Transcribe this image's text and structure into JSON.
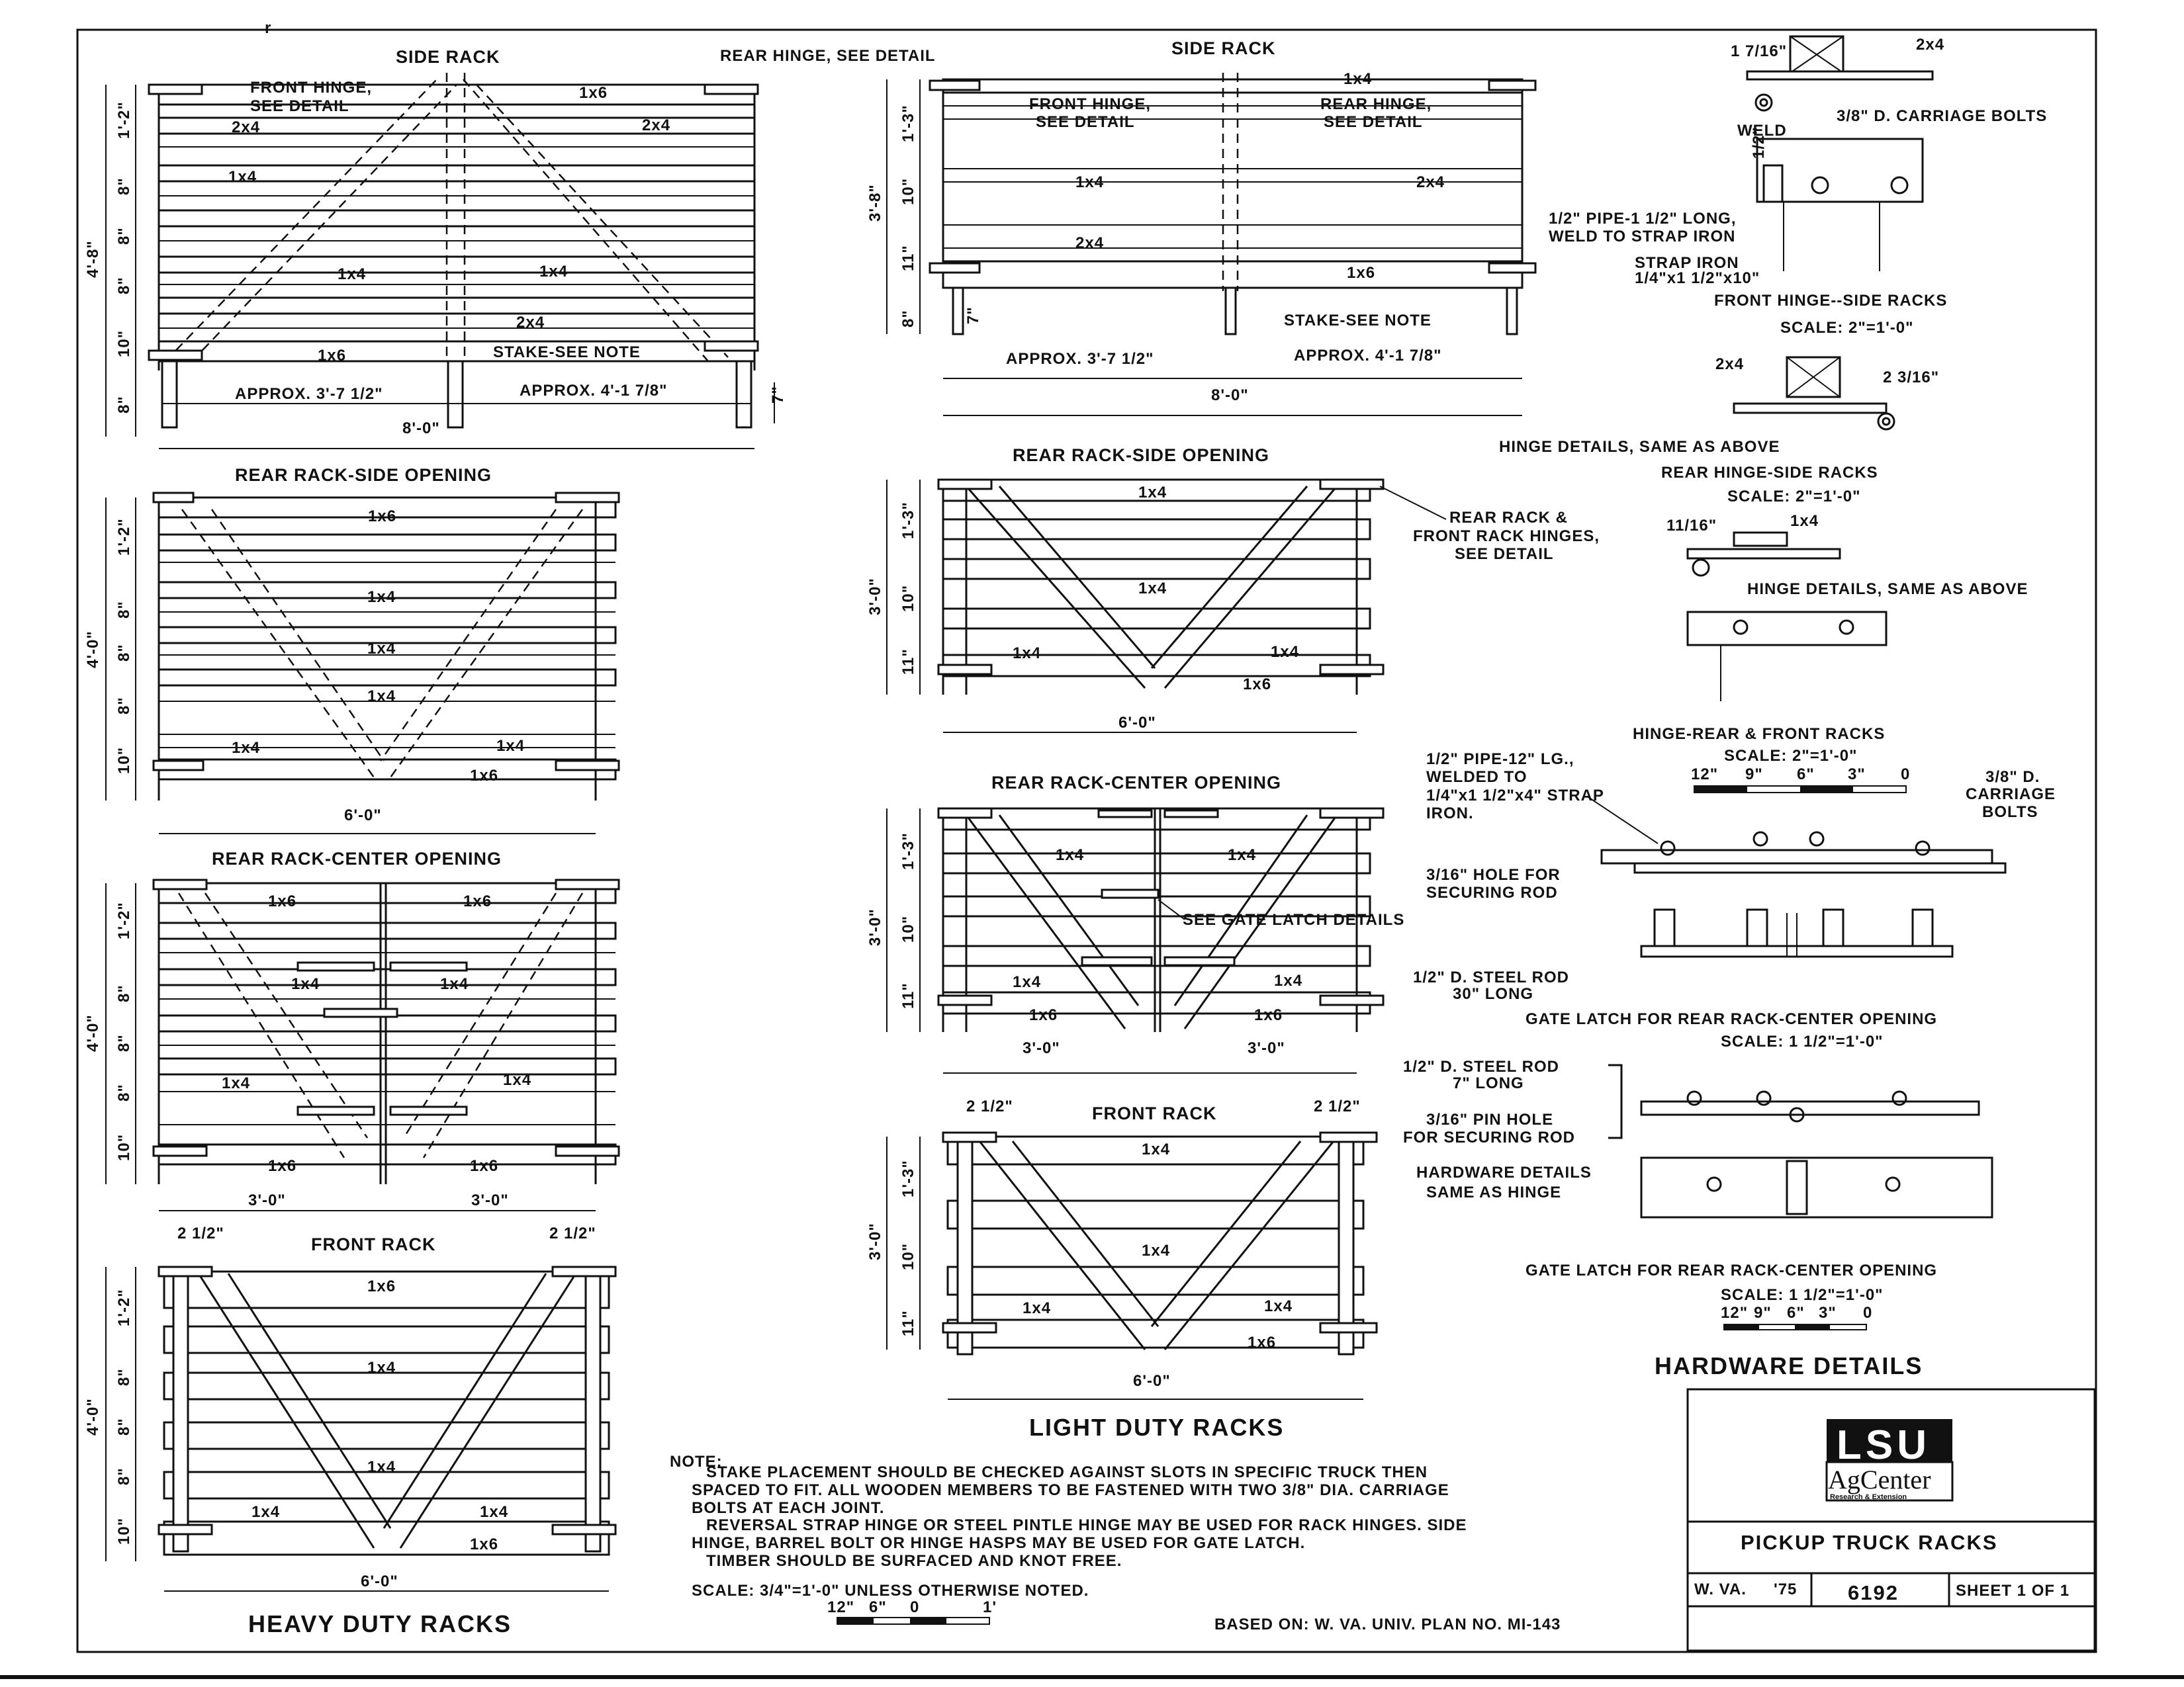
{
  "sections": {
    "heavy_duty": "HEAVY DUTY RACKS",
    "light_duty": "LIGHT DUTY RACKS",
    "hardware": "HARDWARE DETAILS"
  },
  "heavy": {
    "side_rack": {
      "title": "SIDE RACK",
      "front_hinge": "FRONT HINGE,",
      "see_detail": "SEE DETAIL",
      "rear_hinge": "REAR HINGE, SEE DETAIL",
      "stake_note": "STAKE-SEE NOTE",
      "approx_left": "APPROX. 3'-7 1/2\"",
      "approx_right": "APPROX. 4'-1 7/8\"",
      "overall": "8'-0\"",
      "height": "4'-8\"",
      "seven": "7\"",
      "dims": [
        "1'-2\"",
        "8\"",
        "8\"",
        "8\"",
        "10\"",
        "8\""
      ],
      "labels": {
        "b1x6": "1x6",
        "b2x4": "2x4",
        "b1x4": "1x4"
      }
    },
    "rear_side": {
      "title": "REAR RACK-SIDE OPENING",
      "height": "4'-0\"",
      "width": "6'-0\"",
      "dims": [
        "1'-2\"",
        "8\"",
        "8\"",
        "8\"",
        "10\""
      ]
    },
    "rear_center": {
      "title": "REAR RACK-CENTER OPENING",
      "height": "4'-0\"",
      "half": "3'-0\"",
      "dims": [
        "1'-2\"",
        "8\"",
        "8\"",
        "8\"",
        "10\""
      ]
    },
    "front": {
      "title": "FRONT RACK",
      "inset": "2 1/2\"",
      "height": "4'-0\"",
      "width": "6'-0\"",
      "dims": [
        "1'-2\"",
        "8\"",
        "8\"",
        "8\"",
        "10\""
      ]
    }
  },
  "light": {
    "side_rack": {
      "title": "SIDE RACK",
      "front_hinge": "FRONT HINGE,",
      "rear_hinge": "REAR HINGE,",
      "see_detail": "SEE DETAIL",
      "stake_note": "STAKE-SEE NOTE",
      "approx_left": "APPROX. 3'-7 1/2\"",
      "approx_right": "APPROX. 4'-1 7/8\"",
      "overall": "8'-0\"",
      "height": "3'-8\"",
      "seven": "7\"",
      "dims": [
        "1'-3\"",
        "10\"",
        "11\"",
        "8\""
      ]
    },
    "rear_side": {
      "title": "REAR RACK-SIDE OPENING",
      "hinge_note_1": "REAR RACK &",
      "hinge_note_2": "FRONT RACK HINGES,",
      "hinge_note_3": "SEE DETAIL",
      "height": "3'-0\"",
      "width": "6'-0\"",
      "dims": [
        "1'-3\"",
        "10\"",
        "11\""
      ]
    },
    "rear_center": {
      "title": "REAR RACK-CENTER OPENING",
      "latch_note": "SEE GATE LATCH DETAILS",
      "height": "3'-0\"",
      "half": "3'-0\"",
      "dims": [
        "1'-3\"",
        "10\"",
        "11\""
      ]
    },
    "front": {
      "title": "FRONT RACK",
      "inset": "2 1/2\"",
      "height": "3'-0\"",
      "width": "6'-0\"",
      "dims": [
        "1'-3\"",
        "10\"",
        "11\""
      ]
    }
  },
  "hardware": {
    "front_hinge": {
      "t1": "1 7/16\"",
      "b2x4": "2x4",
      "weld": "WELD",
      "carriage": "3/8\" D. CARRIAGE BOLTS",
      "half": "1/2\"",
      "pipe1": "1/2\" PIPE-1 1/2\" LONG,",
      "pipe2": "WELD TO STRAP IRON",
      "strap1": "STRAP IRON",
      "strap2": "1/4\"x1 1/2\"x10\"",
      "title": "FRONT HINGE--SIDE RACKS",
      "scale": "SCALE: 2\"=1'-0\""
    },
    "rear_hinge": {
      "b2x4": "2x4",
      "dim": "2 3/16\"",
      "same": "HINGE DETAILS, SAME AS ABOVE",
      "title": "REAR HINGE-SIDE RACKS",
      "scale": "SCALE: 2\"=1'-0\""
    },
    "rack_hinge": {
      "dim": "11/16\"",
      "b1x4": "1x4",
      "same": "HINGE DETAILS, SAME AS ABOVE",
      "title": "HINGE-REAR & FRONT RACKS",
      "scale": "SCALE: 2\"=1'-0\"",
      "bar": [
        "12\"",
        "9\"",
        "6\"",
        "3\"",
        "0"
      ]
    },
    "latch1": {
      "pipe1": "1/2\" PIPE-12\" LG.,",
      "pipe2": "WELDED TO",
      "pipe3": "1/4\"x1 1/2\"x4\" STRAP",
      "pipe4": "IRON.",
      "bolts1": "3/8\" D.",
      "bolts2": "CARRIAGE",
      "bolts3": "BOLTS",
      "hole1": "3/16\" HOLE FOR",
      "hole2": "SECURING ROD",
      "rod1": "1/2\" D. STEEL ROD",
      "rod2": "30\" LONG",
      "title": "GATE LATCH FOR REAR RACK-CENTER OPENING",
      "scale": "SCALE: 1 1/2\"=1'-0\""
    },
    "latch2": {
      "rod1": "1/2\" D. STEEL ROD",
      "rod2": "7\" LONG",
      "pin1": "3/16\" PIN HOLE",
      "pin2": "FOR SECURING ROD",
      "hw1": "HARDWARE DETAILS",
      "hw2": "SAME AS HINGE",
      "title": "GATE LATCH FOR REAR RACK-CENTER OPENING",
      "scale": "SCALE: 1 1/2\"=1'-0\"",
      "bar": [
        "12\"",
        "9\"",
        "6\"",
        "3\"",
        "0"
      ]
    }
  },
  "notes": {
    "heading": "NOTE:",
    "lines": [
      "STAKE PLACEMENT SHOULD BE CHECKED AGAINST SLOTS IN SPECIFIC TRUCK THEN",
      "SPACED TO FIT. ALL WOODEN MEMBERS TO BE FASTENED WITH TWO 3/8\" DIA. CARRIAGE",
      "BOLTS AT EACH JOINT.",
      "REVERSAL STRAP HINGE OR STEEL PINTLE HINGE MAY BE USED FOR RACK HINGES. SIDE",
      "HINGE, BARREL BOLT OR HINGE HASPS MAY BE USED FOR GATE LATCH.",
      "TIMBER SHOULD BE SURFACED AND KNOT FREE."
    ],
    "scale": "SCALE: 3/4\"=1'-0\" UNLESS OTHERWISE NOTED.",
    "bar": [
      "12\"",
      "6\"",
      "0",
      "1'"
    ],
    "based_on": "BASED ON: W. VA. UNIV. PLAN NO. MI-143"
  },
  "title_block": {
    "logo_line1": "LSU",
    "logo_line2": "AgCenter",
    "logo_line3": "Research & Extension",
    "title": "PICKUP TRUCK RACKS",
    "origin": "W. VA.",
    "year": "'75",
    "plan_no": "6192",
    "sheet": "SHEET 1 OF 1"
  },
  "stray_mark": "r"
}
